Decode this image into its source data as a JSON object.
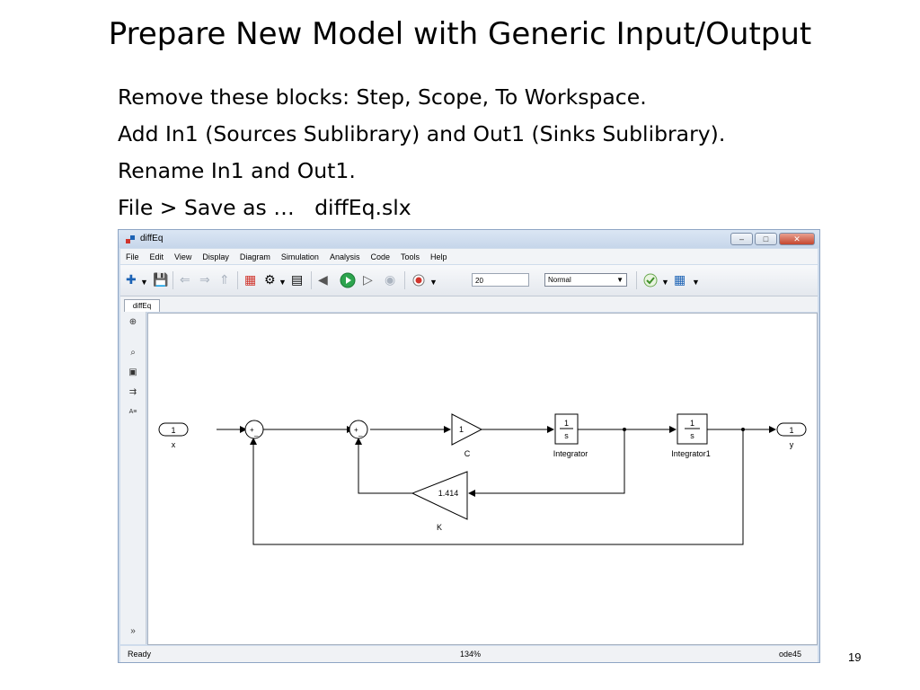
{
  "slide": {
    "title": "Prepare New Model with Generic Input/Output",
    "lines": [
      "Remove these blocks: Step, Scope, To Workspace.",
      "Add In1 (Sources Sublibrary) and Out1 (Sinks Sublibrary).",
      "Rename In1 and Out1.",
      "File > Save as …   diffEq.slx"
    ],
    "page_number": "19"
  },
  "window": {
    "title": "diffEq",
    "menu": [
      "File",
      "Edit",
      "View",
      "Display",
      "Diagram",
      "Simulation",
      "Analysis",
      "Code",
      "Tools",
      "Help"
    ],
    "stop_time": "20",
    "sim_mode": "Normal",
    "tab": "diffEq",
    "status": {
      "left": "Ready",
      "zoom": "134%",
      "solver": "ode45"
    }
  },
  "diagram": {
    "inport": {
      "number": "1",
      "name": "x"
    },
    "outport": {
      "number": "1",
      "name": "y"
    },
    "sum1_signs": [
      "+",
      "_"
    ],
    "sum2_signs": [
      "+",
      "_"
    ],
    "gain_c": {
      "value": "1",
      "name": "C"
    },
    "integrator1": {
      "num": "1",
      "den": "s",
      "name": "Integrator"
    },
    "integrator2": {
      "num": "1",
      "den": "s",
      "name": "Integrator1"
    },
    "gain_k": {
      "value": "1.414",
      "name": "K"
    }
  },
  "icons": {
    "app": "simulink-icon",
    "palette": [
      "hide-browser-icon",
      "zoom-icon",
      "fit-view-icon",
      "arrow-icon",
      "annotation-icon",
      "expand-icon"
    ],
    "colors": {
      "run": "#2da44e",
      "record": "#d0342c",
      "accent": "#1b62b5"
    }
  }
}
